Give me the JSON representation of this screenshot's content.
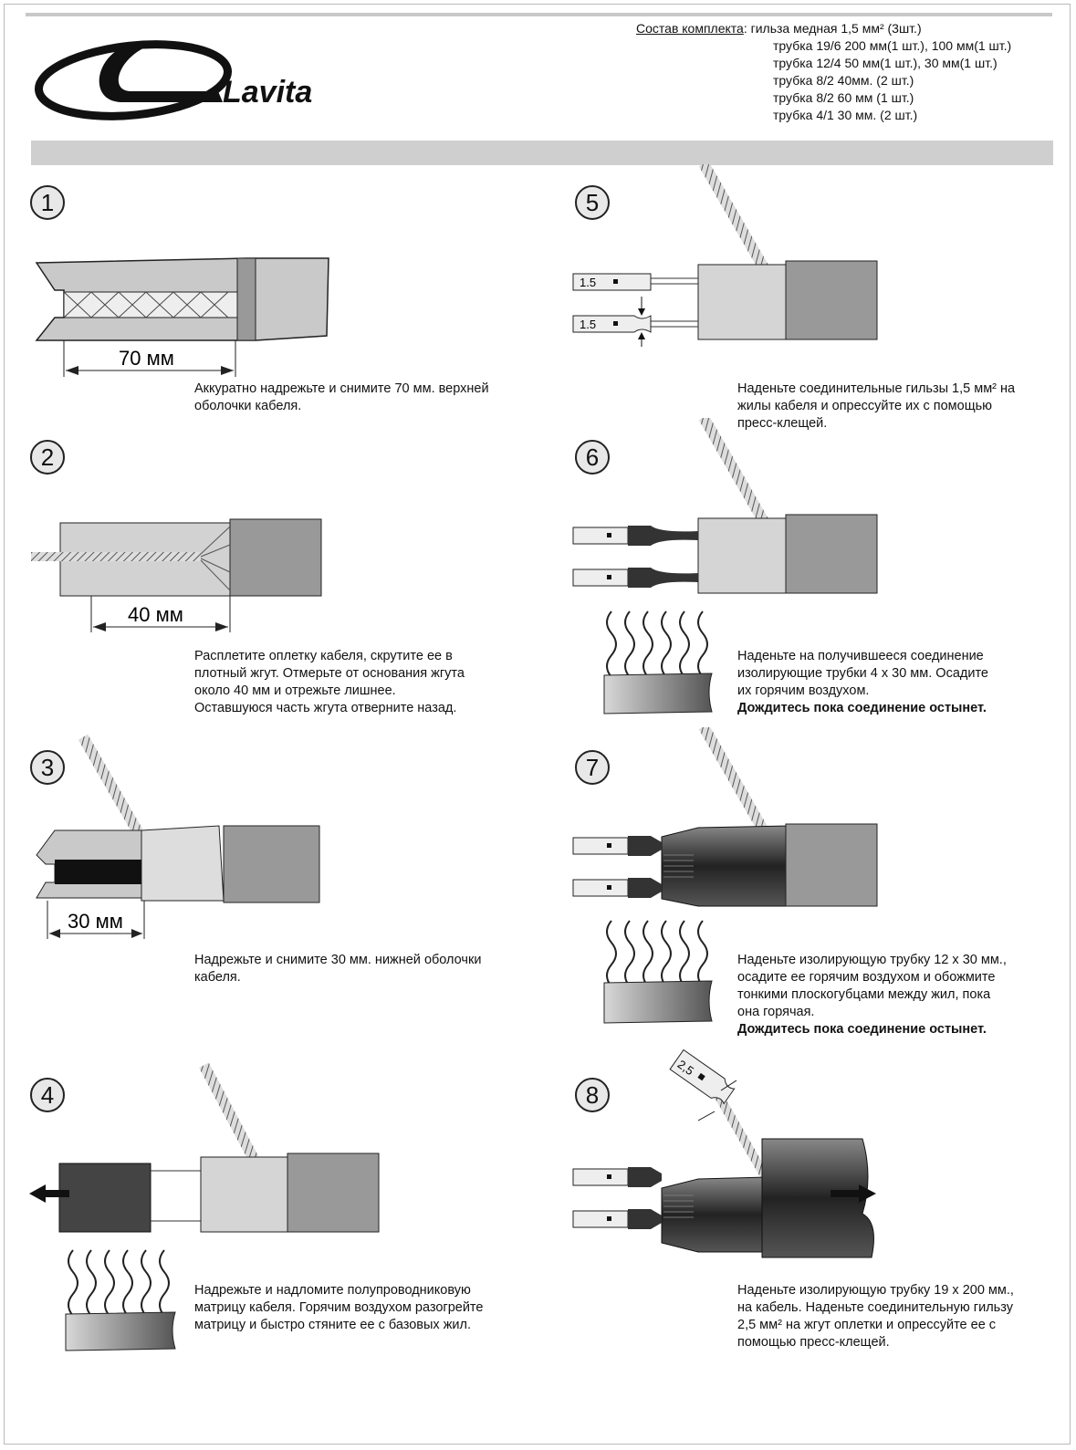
{
  "brand": {
    "logo_text": "Lavita"
  },
  "kit": {
    "title": "Состав комплекта",
    "items": [
      "гильза медная 1,5 мм² (3шт.)",
      "трубка 19/6 200 мм(1 шт.), 100 мм(1 шт.)",
      "трубка 12/4 50 мм(1 шт.), 30 мм(1 шт.)",
      "трубка 8/2 40мм. (2 шт.)",
      "трубка 8/2 60 мм (1 шт.)",
      "трубка 4/1 30 мм. (2 шт.)"
    ]
  },
  "steps": [
    {
      "num": "1",
      "dimension": "70 мм",
      "text": [
        "Аккуратно надрежьте и снимите 70 мм. верхней",
        "оболочки кабеля."
      ]
    },
    {
      "num": "2",
      "dimension": "40 мм",
      "text": [
        "Расплетите оплетку кабеля, скрутите ее в",
        "плотный жгут. Отмерьте от основания жгута",
        "около 40 мм и отрежьте лишнее.",
        "Оставшуюся часть жгута отверните назад."
      ]
    },
    {
      "num": "3",
      "dimension": "30 мм",
      "text": [
        "Надрежьте и снимите 30 мм. нижней оболочки",
        "кабеля."
      ]
    },
    {
      "num": "4",
      "text": [
        "Надрежьте и надломите полупроводниковую",
        "матрицу кабеля. Горячим воздухом разогрейте",
        "матрицу и быстро стяните ее с базовых жил."
      ]
    },
    {
      "num": "5",
      "sleeve_label": "1.5",
      "text": [
        "Наденьте соединительные гильзы 1,5 мм² на",
        "жилы кабеля и опрессуйте их с помощью",
        "пресс-клещей."
      ]
    },
    {
      "num": "6",
      "text": [
        "Наденьте на получившееся соединение",
        "изолирующие трубки 4 х 30 мм. Осадите",
        "их горячим воздухом."
      ],
      "bold": "Дождитесь пока соединение остынет."
    },
    {
      "num": "7",
      "text": [
        "Наденьте изолирующую трубку 12 х 30 мм.,",
        "осадите ее горячим воздухом и обожмите",
        "тонкими плоскогубцами между жил, пока",
        "она горячая."
      ],
      "bold": "Дождитесь пока соединение остынет."
    },
    {
      "num": "8",
      "sleeve_label": "2,5",
      "text": [
        "Наденьте изолирующую трубку 19 х 200 мм.,",
        "на кабель. Наденьте соединительную гильзу",
        "2,5 мм² на жгут оплетки и опрессуйте ее с",
        "помощью пресс-клещей."
      ]
    }
  ]
}
